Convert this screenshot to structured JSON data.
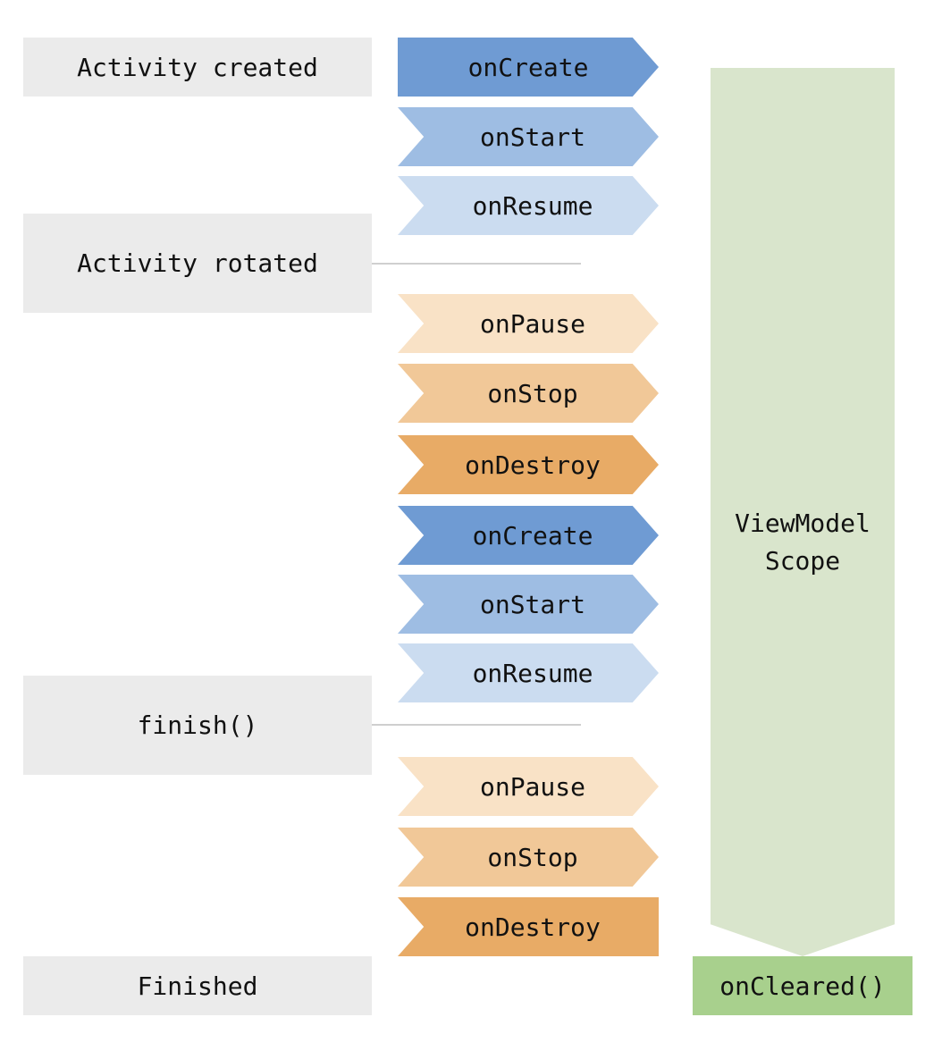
{
  "states": {
    "created": "Activity created",
    "rotated": "Activity rotated",
    "finish": "finish()",
    "finished": "Finished"
  },
  "lifecycle": [
    {
      "label": "onCreate",
      "color": "#6f9bd3"
    },
    {
      "label": "onStart",
      "color": "#9ebde3"
    },
    {
      "label": "onResume",
      "color": "#cbdcf0"
    },
    {
      "label": "onPause",
      "color": "#f9e2c6"
    },
    {
      "label": "onStop",
      "color": "#f1c898"
    },
    {
      "label": "onDestroy",
      "color": "#e8ab66"
    },
    {
      "label": "onCreate",
      "color": "#6f9bd3"
    },
    {
      "label": "onStart",
      "color": "#9ebde3"
    },
    {
      "label": "onResume",
      "color": "#cbdcf0"
    },
    {
      "label": "onPause",
      "color": "#f9e2c6"
    },
    {
      "label": "onStop",
      "color": "#f1c898"
    },
    {
      "label": "onDestroy",
      "color": "#e8ab66"
    }
  ],
  "scope": {
    "label": "ViewModel\nScope",
    "color": "#d9e5cc"
  },
  "cleared": {
    "label": "onCleared()",
    "color": "#a8d08d"
  }
}
